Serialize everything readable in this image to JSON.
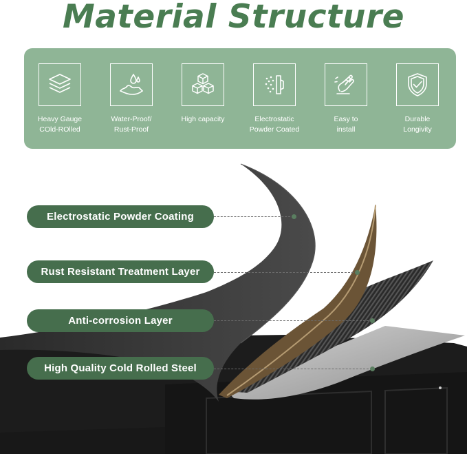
{
  "title": "Material Structure",
  "colors": {
    "title": "#4a7d52",
    "panel": "#8fb596",
    "pill": "#466e4d",
    "cabinet": "#1f1f1f",
    "sheet_dark": "#3a3a3a",
    "sheet_bronze": "#6b5436",
    "sheet_mesh": "#2c2c2c",
    "sheet_steel": "#b8b8b8"
  },
  "features": [
    {
      "icon": "layers-icon",
      "label": "Heavy Gauge\nCOld-ROlled"
    },
    {
      "icon": "water-drop-hand-icon",
      "label": "Water-Proof/\nRust-Proof"
    },
    {
      "icon": "cubes-icon",
      "label": "High capacity"
    },
    {
      "icon": "spray-icon",
      "label": "Electrostatic\nPowder Coated"
    },
    {
      "icon": "hand-wipe-icon",
      "label": "Easy to\ninstall"
    },
    {
      "icon": "shield-check-icon",
      "label": "Durable\nLongivity"
    }
  ],
  "layers": [
    {
      "label": "Electrostatic Powder Coating"
    },
    {
      "label": "Rust Resistant Treatment Layer"
    },
    {
      "label": "Anti-corrosion Layer"
    },
    {
      "label": "High Quality Cold Rolled Steel"
    }
  ]
}
